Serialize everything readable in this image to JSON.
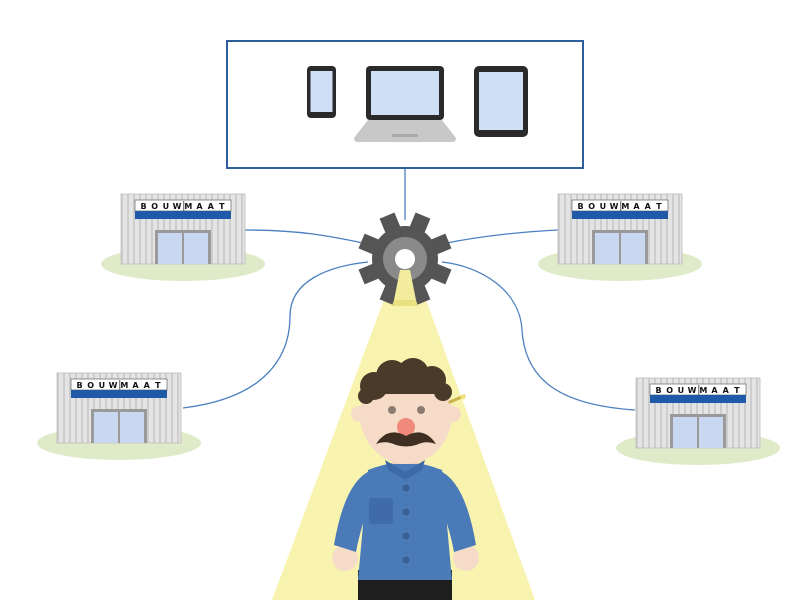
{
  "stores": [
    {
      "id": "store-top-left",
      "sign_letters": [
        "B",
        "O",
        "U",
        "W",
        "M",
        "A",
        "A",
        "T"
      ]
    },
    {
      "id": "store-top-right",
      "sign_letters": [
        "B",
        "O",
        "U",
        "W",
        "M",
        "A",
        "A",
        "T"
      ]
    },
    {
      "id": "store-bottom-left",
      "sign_letters": [
        "B",
        "O",
        "U",
        "W",
        "M",
        "A",
        "A",
        "T"
      ]
    },
    {
      "id": "store-bottom-right",
      "sign_letters": [
        "B",
        "O",
        "U",
        "W",
        "M",
        "A",
        "A",
        "T"
      ]
    }
  ],
  "devices": [
    "smartphone-icon",
    "laptop-icon",
    "tablet-icon"
  ],
  "hub": "gear-icon",
  "person": "man-with-mustache",
  "colors": {
    "frame_border": "#2f5f9a",
    "connector": "#4a7fc0",
    "gear": "#555555",
    "gear_hub": "#888888",
    "light_beam": "#f7f3a6",
    "ground_ellipse": "#dfebc8",
    "store_wall": "#e0e0e0",
    "store_stripe": "#cfcfcf",
    "sign_band": "#1f5aa8",
    "door_glass": "#c9d8f0",
    "screen": "#cfdff5",
    "shirt": "#4a7ab8",
    "hair": "#4a3a2a",
    "skin": "#f6dcc8"
  }
}
